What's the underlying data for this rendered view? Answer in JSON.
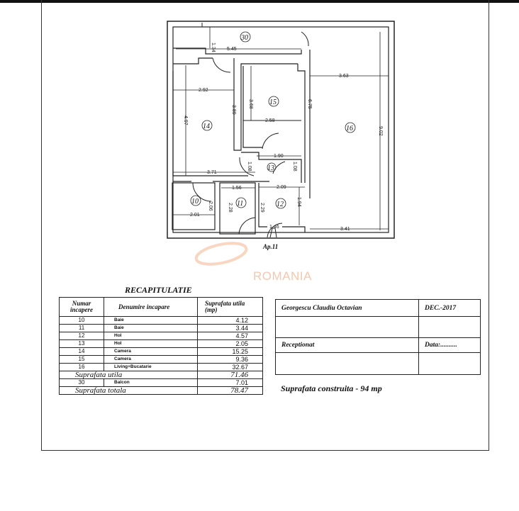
{
  "floor_plan": {
    "apartment_label": "Ap.11",
    "rooms": [
      {
        "number": "30"
      },
      {
        "number": "15"
      },
      {
        "number": "14"
      },
      {
        "number": "16"
      },
      {
        "number": "13"
      },
      {
        "number": "10"
      },
      {
        "number": "11"
      },
      {
        "number": "12"
      }
    ],
    "dimensions": [
      "1.34",
      "5.45",
      "3.63",
      "2.92",
      "3.89",
      "3.68",
      "6.75",
      "4.97",
      "2.58",
      "9.02",
      "1.90",
      "1.08",
      "1.08",
      "3.71",
      "1.56",
      "2.09",
      "2.06",
      "2.28",
      "2.29",
      "1.94",
      "2.01",
      "1.46",
      "3.41"
    ]
  },
  "watermark": {
    "text": "ROMANIA",
    "color": "#f6c7ad"
  },
  "recap": {
    "title": "RECAPITULATIE",
    "headers": [
      "Numar incapere",
      "Denumire incapare",
      "Suprafata utila (mp)"
    ],
    "rows": [
      {
        "nr": "10",
        "name": "Baie",
        "area": "4.12"
      },
      {
        "nr": "11",
        "name": "Baie",
        "area": "3.44"
      },
      {
        "nr": "12",
        "name": "Hol",
        "area": "4.57"
      },
      {
        "nr": "13",
        "name": "Hol",
        "area": "2.05"
      },
      {
        "nr": "14",
        "name": "Camera",
        "area": "15.25"
      },
      {
        "nr": "15",
        "name": "Camera",
        "area": "9.36"
      },
      {
        "nr": "16",
        "name": "Living+Bucatarie",
        "area": "32.67"
      }
    ],
    "subtotal_label": "Suprafata utila",
    "subtotal_value": "71.46",
    "balcony": {
      "nr": "30",
      "name": "Balcon",
      "area": "7.01"
    },
    "total_label": "Suprafata totala",
    "total_value": "78.47"
  },
  "signature_box": {
    "author": "Georgescu Claudiu Octavian",
    "date": "DEC.-2017",
    "received_label": "Receptionat",
    "date_label": "Data:.........."
  },
  "built_area": "Suprafata construita - 94 mp"
}
